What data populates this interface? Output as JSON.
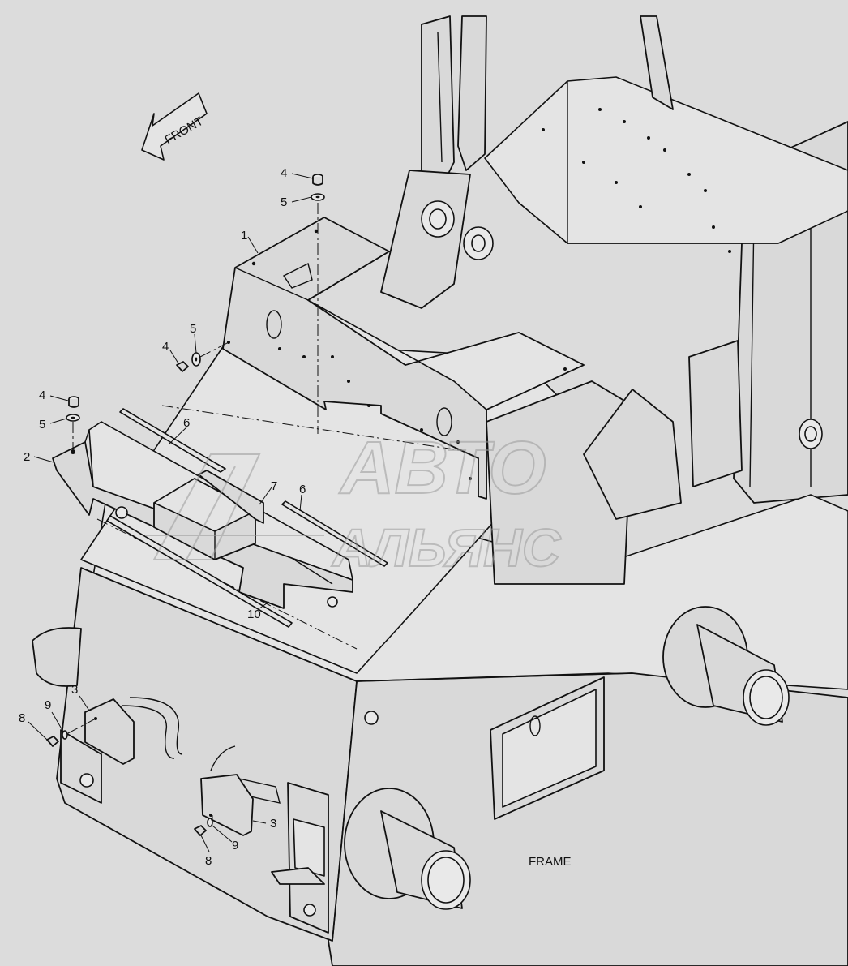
{
  "direction_label": "FRONT",
  "assembly_label": "FRAME",
  "watermark": {
    "line1": "АВТО",
    "line2": "АЛЬЯНС"
  },
  "callouts": {
    "c1": "1",
    "c2": "2",
    "c3a": "3",
    "c3b": "3",
    "c4a": "4",
    "c4b": "4",
    "c4c": "4",
    "c5a": "5",
    "c5b": "5",
    "c5c": "5",
    "c6a": "6",
    "c6b": "6",
    "c7": "7",
    "c8a": "8",
    "c8b": "8",
    "c9a": "9",
    "c9b": "9",
    "c10": "10"
  }
}
